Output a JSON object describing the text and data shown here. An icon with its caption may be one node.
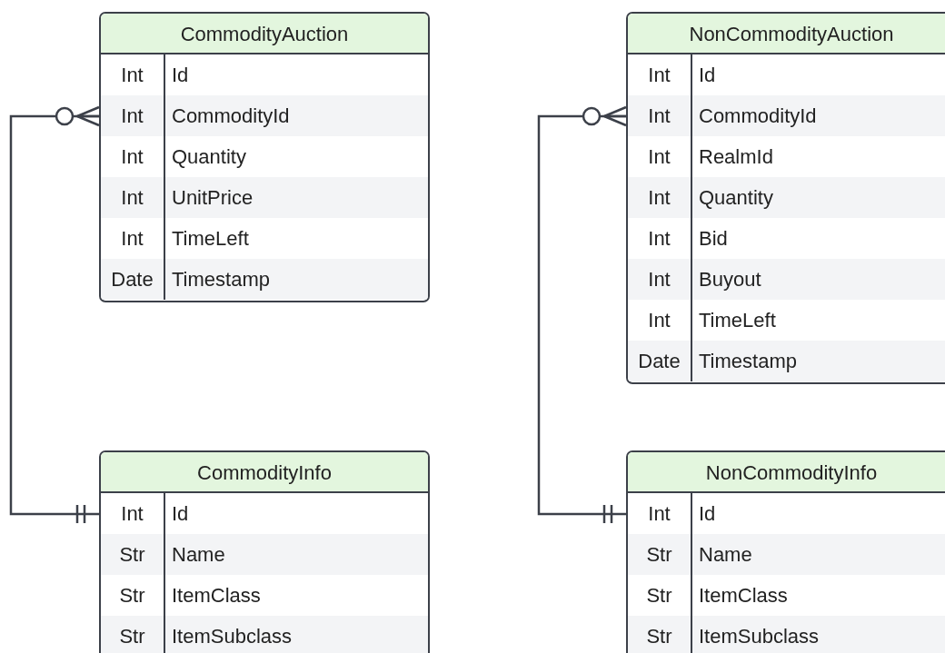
{
  "diagram": {
    "nodes": [
      {
        "text": [
          "CommodityAuction",
          "Int",
          "Id",
          "Int",
          "CommodityId",
          "Int",
          "Quantity",
          "Int",
          "UnitPrice",
          "Int",
          "TimeLeft",
          "Date",
          "Timestamp"
        ]
      },
      {
        "text": [
          "CommodityInfo",
          "Int",
          "Id",
          "Str",
          "Name",
          "Str",
          "ItemClass",
          "Str",
          "ItemSubclass"
        ]
      },
      {
        "text": [
          "NonCommodityAuction",
          "Int",
          "Id",
          "Int",
          "CommodityId",
          "Int",
          "RealmId",
          "Int",
          "Quantity",
          "Int",
          "Bid",
          "Int",
          "Buyout",
          "Int",
          "TimeLeft",
          "Date",
          "Timestamp"
        ]
      },
      {
        "text": [
          "NonCommodityInfo",
          "Int",
          "Id",
          "Str",
          "Name",
          "Str",
          "ItemClass",
          "Str",
          "ItemSubclass"
        ]
      }
    ],
    "edges": [
      {
        "from": 0,
        "to": 1,
        "arrow": "other"
      },
      {
        "from": 2,
        "to": 3,
        "arrow": "other"
      }
    ]
  }
}
